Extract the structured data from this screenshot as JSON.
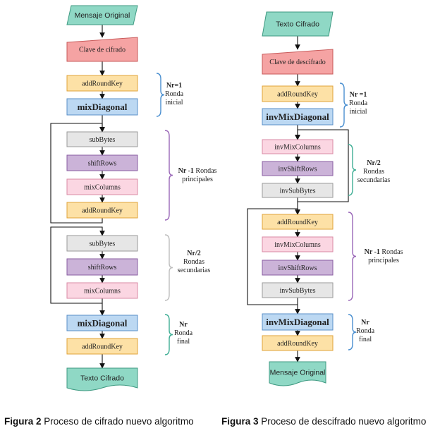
{
  "colors": {
    "teal_fill": "#8fd8c5",
    "teal_stroke": "#3f9a82",
    "red_fill": "#f5a3a3",
    "red_stroke": "#c85a5a",
    "orange_fill": "#fde1a6",
    "orange_stroke": "#e0a33a",
    "blue_fill": "#bcd8f2",
    "blue_stroke": "#5a8fc8",
    "grey_fill": "#e6e6e6",
    "grey_stroke": "#9a9a9a",
    "purple_fill": "#cbb3d8",
    "purple_stroke": "#8a5ea2",
    "pink_fill": "#fbd6e2",
    "pink_stroke": "#d98aa4",
    "brace_blue": "#4a8fd0",
    "brace_purple": "#9a68b8",
    "brace_grey": "#bdbdbd",
    "brace_teal": "#3fae95"
  },
  "figure2": {
    "caption_label": "Figura 2",
    "caption_text": " Proceso de cifrado nuevo algoritmo",
    "nodes": [
      {
        "id": "f2-mensaje-original",
        "text": "Mensaje Original",
        "shape": "parallelogram",
        "style": "teal"
      },
      {
        "id": "f2-clave-cifrado",
        "text": "Clave de cifrado",
        "shape": "manual-input",
        "style": "red"
      },
      {
        "id": "f2-addroundkey-1",
        "text": "addRoundKey",
        "shape": "rect",
        "style": "orange"
      },
      {
        "id": "f2-mixdiagonal-1",
        "text": "mixDiagonal",
        "shape": "rect",
        "style": "blue"
      },
      {
        "id": "f2-subbytes-1",
        "text": "subBytes",
        "shape": "rect",
        "style": "grey"
      },
      {
        "id": "f2-shiftrows-1",
        "text": "shiftRows",
        "shape": "rect",
        "style": "purple"
      },
      {
        "id": "f2-mixcolumns-1",
        "text": "mixColumns",
        "shape": "rect",
        "style": "pink"
      },
      {
        "id": "f2-addroundkey-2",
        "text": "addRoundKey",
        "shape": "rect",
        "style": "orange"
      },
      {
        "id": "f2-subbytes-2",
        "text": "subBytes",
        "shape": "rect",
        "style": "grey"
      },
      {
        "id": "f2-shiftrows-2",
        "text": "shiftRows",
        "shape": "rect",
        "style": "purple"
      },
      {
        "id": "f2-mixcolumns-2",
        "text": "mixColumns",
        "shape": "rect",
        "style": "pink"
      },
      {
        "id": "f2-mixdiagonal-2",
        "text": "mixDiagonal",
        "shape": "rect",
        "style": "blue"
      },
      {
        "id": "f2-addroundkey-3",
        "text": "addRoundKey",
        "shape": "rect",
        "style": "orange"
      },
      {
        "id": "f2-texto-cifrado",
        "text": "Texto Cifrado",
        "shape": "document",
        "style": "teal"
      }
    ],
    "braces": [
      {
        "id": "f2-brace-inicial",
        "lines": [
          "Nr=1",
          "Ronda",
          "inicial"
        ],
        "bold_lines": 1,
        "color": "brace_blue"
      },
      {
        "id": "f2-brace-principales",
        "lines": [
          "Nr -1 Rondas",
          "principales"
        ],
        "bold_prefix": "Nr -1",
        "color": "brace_purple"
      },
      {
        "id": "f2-brace-secundarias",
        "lines": [
          "Nr/2",
          "Rondas",
          "secundarias"
        ],
        "bold_lines": 1,
        "color": "brace_grey"
      },
      {
        "id": "f2-brace-final",
        "lines": [
          "Nr",
          "Ronda",
          "final"
        ],
        "bold_lines": 1,
        "color": "brace_teal"
      }
    ]
  },
  "figure3": {
    "caption_label": "Figura 3",
    "caption_text": " Proceso de descifrado nuevo algoritmo",
    "nodes": [
      {
        "id": "f3-texto-cifrado",
        "text": "Texto Cifrado",
        "shape": "parallelogram",
        "style": "teal"
      },
      {
        "id": "f3-clave-descifrado",
        "text": "Clave de descifrado",
        "shape": "manual-input",
        "style": "red"
      },
      {
        "id": "f3-addroundkey-1",
        "text": "addRoundKey",
        "shape": "rect",
        "style": "orange"
      },
      {
        "id": "f3-invmixdiagonal-1",
        "text": "invMixDiagonal",
        "shape": "rect",
        "style": "blue"
      },
      {
        "id": "f3-invmixcolumns-1",
        "text": "invMixColumns",
        "shape": "rect",
        "style": "pink"
      },
      {
        "id": "f3-invshiftrows-1",
        "text": "invShiftRows",
        "shape": "rect",
        "style": "purple"
      },
      {
        "id": "f3-invsubbytes-1",
        "text": "invSubBytes",
        "shape": "rect",
        "style": "grey"
      },
      {
        "id": "f3-addroundkey-2",
        "text": "addRoundKey",
        "shape": "rect",
        "style": "orange"
      },
      {
        "id": "f3-invmixcolumns-2",
        "text": "invMixColumns",
        "shape": "rect",
        "style": "pink"
      },
      {
        "id": "f3-invshiftrows-2",
        "text": "invShiftRows",
        "shape": "rect",
        "style": "purple"
      },
      {
        "id": "f3-invsubbytes-2",
        "text": "invSubBytes",
        "shape": "rect",
        "style": "grey"
      },
      {
        "id": "f3-invmixdiagonal-2",
        "text": "invMixDiagonal",
        "shape": "rect",
        "style": "blue"
      },
      {
        "id": "f3-addroundkey-3",
        "text": "addRoundKey",
        "shape": "rect",
        "style": "orange"
      },
      {
        "id": "f3-mensaje-original",
        "text": "Mensaje Original",
        "shape": "document",
        "style": "teal"
      }
    ],
    "braces": [
      {
        "id": "f3-brace-inicial",
        "lines": [
          "Nr =1",
          "Ronda",
          "inicial"
        ],
        "bold_lines": 1,
        "color": "brace_blue"
      },
      {
        "id": "f3-brace-secundarias",
        "lines": [
          "Nr/2",
          "Rondas",
          "secundarias"
        ],
        "bold_lines": 1,
        "color": "brace_teal"
      },
      {
        "id": "f3-brace-principales",
        "lines": [
          "Nr -1 Rondas",
          "principales"
        ],
        "bold_prefix": "Nr -1",
        "color": "brace_purple"
      },
      {
        "id": "f3-brace-final",
        "lines": [
          "Nr",
          "Ronda",
          "final"
        ],
        "bold_lines": 1,
        "color": "brace_blue"
      }
    ]
  }
}
